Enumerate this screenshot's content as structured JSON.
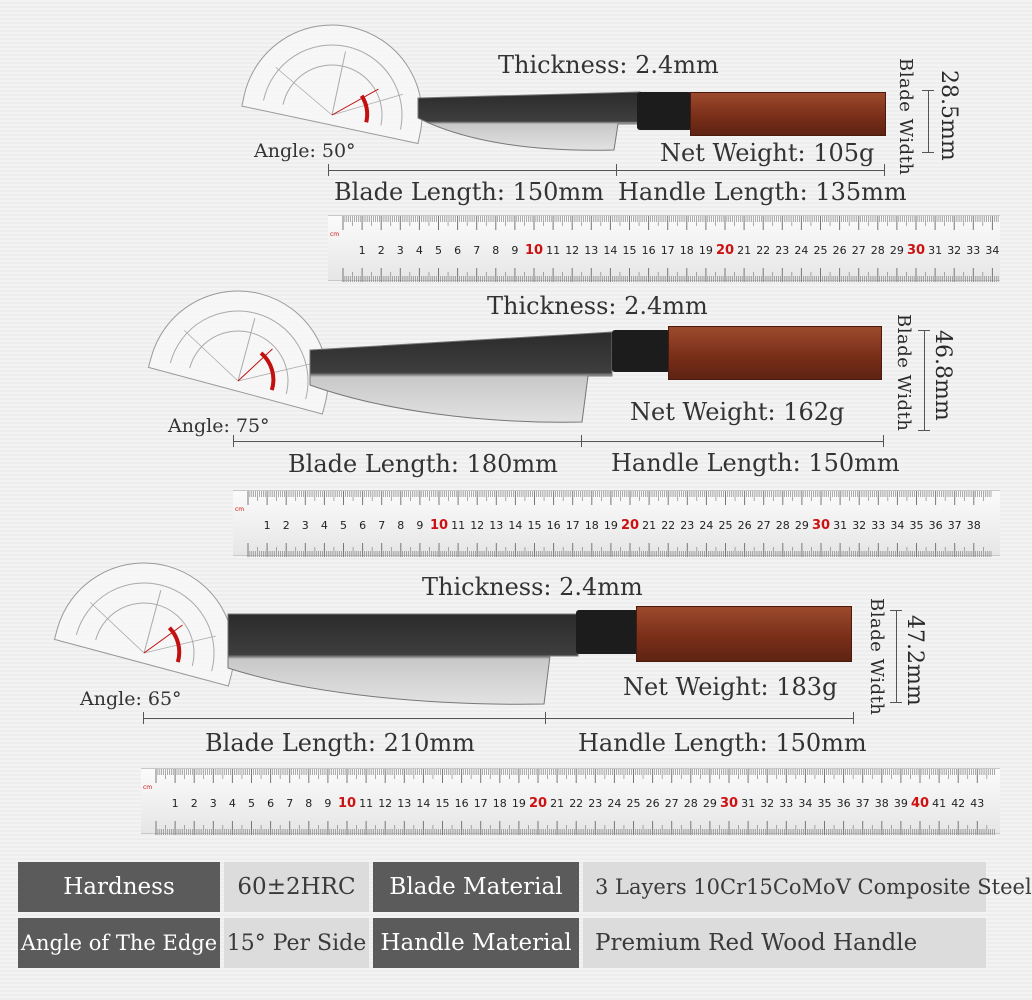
{
  "knives": [
    {
      "thickness": "Thickness: 2.4mm",
      "angle": "Angle: 50°",
      "net_weight": "Net Weight: 105g",
      "blade_length": "Blade Length: 150mm",
      "handle_length": "Handle Length: 135mm",
      "blade_width_value": "28.5mm",
      "blade_width_label": "Blade Width"
    },
    {
      "thickness": "Thickness: 2.4mm",
      "angle": "Angle: 75°",
      "net_weight": "Net Weight: 162g",
      "blade_length": "Blade Length: 180mm",
      "handle_length": "Handle Length: 150mm",
      "blade_width_value": "46.8mm",
      "blade_width_label": "Blade Width"
    },
    {
      "thickness": "Thickness: 2.4mm",
      "angle": "Angle: 65°",
      "net_weight": "Net Weight: 183g",
      "blade_length": "Blade Length: 210mm",
      "handle_length": "Handle Length: 150mm",
      "blade_width_value": "47.2mm",
      "blade_width_label": "Blade Width"
    }
  ],
  "rulers": [
    {
      "max": 34
    },
    {
      "max": 38
    },
    {
      "max": 43
    }
  ],
  "ruler_unit": "cm",
  "colors": {
    "ruler_red": "#cc1111",
    "table_dark": "#5b5b5b",
    "table_light": "#dcdcdc",
    "handle_wood": "#8a3a22",
    "bolster": "#1a1a1a"
  },
  "specs": {
    "row1": {
      "label1": "Hardness",
      "value1": "60±2HRC",
      "label2": "Blade Material",
      "value2": "3 Layers 10Cr15CoMoV Composite Steel"
    },
    "row2": {
      "label1": "Angle of The Edge",
      "value1": "15° Per Side",
      "label2": "Handle Material",
      "value2": "Premium Red Wood Handle"
    }
  }
}
